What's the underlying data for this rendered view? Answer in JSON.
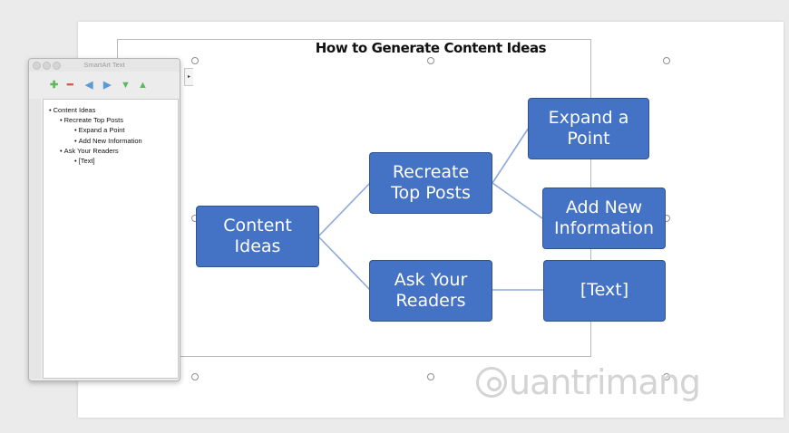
{
  "slide": {
    "title": "How to Generate Content Ideas"
  },
  "diagram": {
    "node_color": "#4472c4",
    "connector_color": "#8eaadb",
    "nodes": {
      "root": "Content\nIdeas",
      "recreate": "Recreate\nTop Posts",
      "ask": "Ask Your\nReaders",
      "expand": "Expand a\nPoint",
      "add_new": "Add New\nInformation",
      "text_placeholder": "[Text]"
    }
  },
  "text_pane": {
    "title": "SmartArt Text",
    "toolbar": {
      "add_icon": "plus-icon",
      "remove_icon": "minus-icon",
      "promote_icon": "arrow-left-icon",
      "demote_icon": "arrow-right-icon",
      "move_down_icon": "arrow-down-icon",
      "move_up_icon": "arrow-up-icon",
      "add_color": "#5cb85c",
      "remove_color": "#d9534f",
      "arrow_color": "#5b9bd5",
      "updown_color": "#5cb85c"
    },
    "items": [
      {
        "label": "Content Ideas"
      },
      {
        "label": "Recreate Top Posts"
      },
      {
        "label": "Expand a Point"
      },
      {
        "label": "Add New Information"
      },
      {
        "label": "Ask Your Readers"
      },
      {
        "label": "[Text]"
      }
    ]
  },
  "watermark": {
    "text": "uantrimang"
  }
}
